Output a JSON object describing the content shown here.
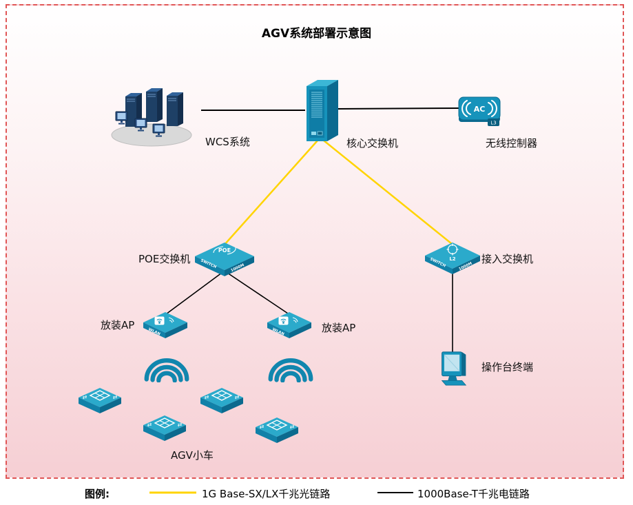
{
  "title": "AGV系统部署示意图",
  "nodes": {
    "wcs": {
      "label": "WCS系统"
    },
    "core_switch": {
      "label": "核心交换机"
    },
    "wireless_controller": {
      "label": "无线控制器"
    },
    "poe_switch": {
      "label": "POE交换机"
    },
    "access_switch": {
      "label": "接入交换机"
    },
    "ap_left": {
      "label": "放装AP"
    },
    "ap_right": {
      "label": "放装AP"
    },
    "terminal": {
      "label": "操作台终端"
    },
    "agv": {
      "label": "AGV小车"
    }
  },
  "device_text": {
    "poe_badge": "POE",
    "switch_word": "SWITCH",
    "speed_word": "1000M",
    "ac_badge": "AC",
    "l3_badge": "L3",
    "l2_badge": "L2",
    "wlan_word": "WLAN"
  },
  "glyphs": {
    "transfer_arrows": "⇄"
  },
  "legend": {
    "title": "图例:",
    "items": [
      {
        "label": "1G Base-SX/LX千兆光链路",
        "color": "#FFD400"
      },
      {
        "label": "1000Base-T千兆电链路",
        "color": "#000000"
      }
    ]
  },
  "colors": {
    "border": "#E05555",
    "fiber_link": "#FFD400",
    "copper_link": "#000000",
    "device_teal": "#1693BB"
  }
}
